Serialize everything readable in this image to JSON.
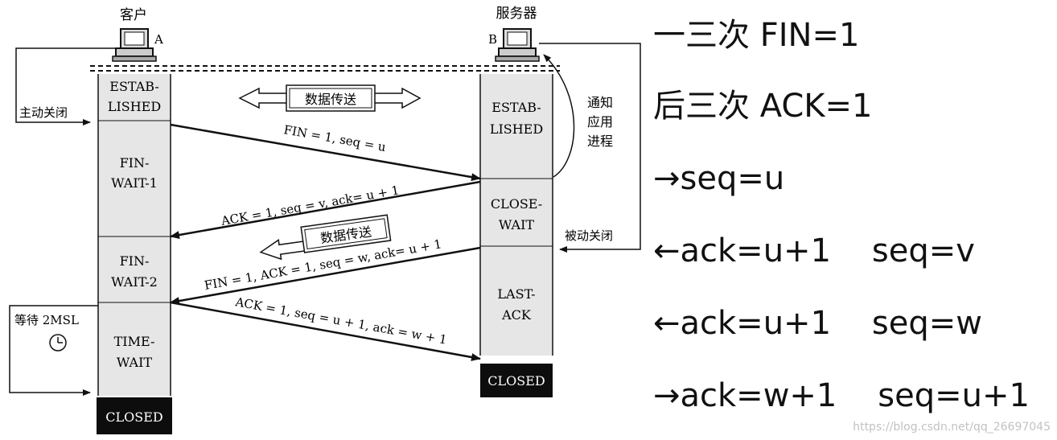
{
  "diagram": {
    "client_title": "客户",
    "client_tag": "A",
    "server_title": "服务器",
    "server_tag": "B",
    "active_close": "主动关闭",
    "passive_close": "被动关闭",
    "notify_app": [
      "通知",
      "应用",
      "进程"
    ],
    "wait_2msl": "等待 2MSL",
    "data_transfer": "数据传送",
    "client_states": [
      [
        "ESTAB-",
        "LISHED"
      ],
      [
        "FIN-",
        "WAIT-1"
      ],
      [
        "FIN-",
        "WAIT-2"
      ],
      [
        "TIME-",
        "WAIT"
      ]
    ],
    "client_closed": "CLOSED",
    "server_states": [
      [
        "ESTAB-",
        "LISHED"
      ],
      [
        "CLOSE-",
        "WAIT"
      ],
      [
        "LAST-",
        "ACK"
      ]
    ],
    "server_closed": "CLOSED",
    "messages": [
      "FIN = 1, seq = u",
      "ACK = 1, seq = v, ack= u + 1",
      "FIN = 1, ACK = 1, seq = w, ack= u + 1",
      "ACK = 1, seq = u + 1, ack = w + 1"
    ]
  },
  "notes": [
    "一三次 FIN=1",
    "后三次 ACK=1",
    "→seq=u",
    "←ack=u+1    seq=v",
    "←ack=u+1    seq=w",
    "→ack=w+1    seq=u+1"
  ],
  "watermark": "https://blog.csdn.net/qq_26697045"
}
